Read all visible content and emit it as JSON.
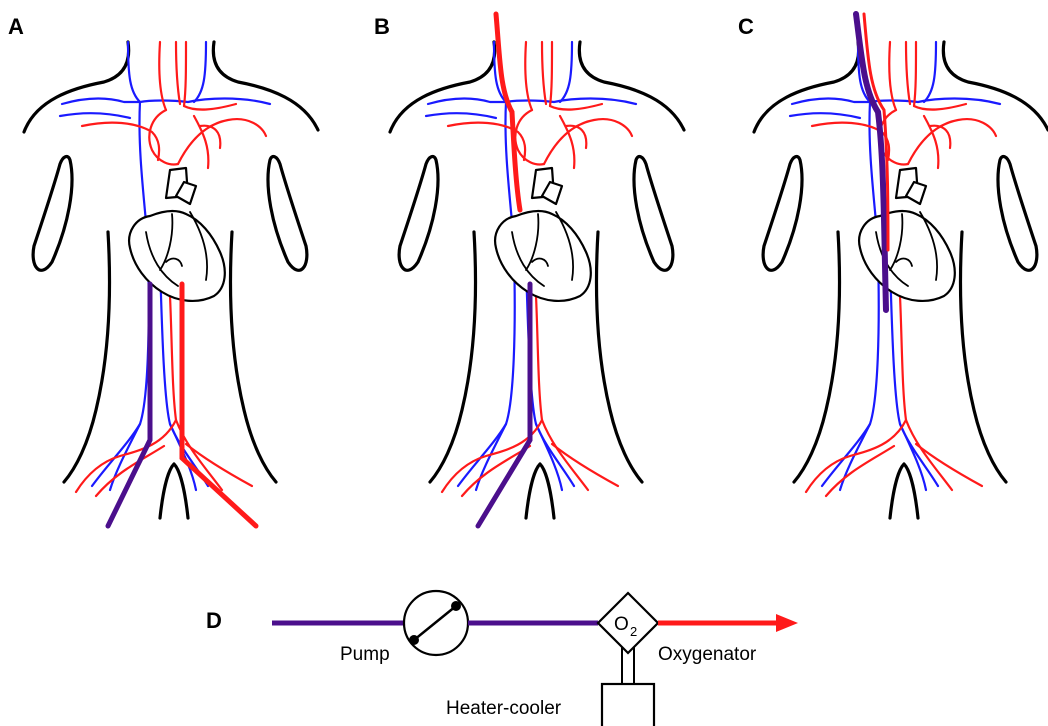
{
  "panels": [
    {
      "label": "A"
    },
    {
      "label": "B"
    },
    {
      "label": "C"
    }
  ],
  "circuit": {
    "label": "D",
    "pump_label": "Pump",
    "oxygenator_label": "Oxygenator",
    "oxygenator_symbol": "O",
    "oxygenator_subscript": "2",
    "heater_label": "Heater-cooler"
  },
  "colors": {
    "vein": "#1a1aff",
    "artery": "#ff1a1a",
    "venous_cannula": "#4b0f8c",
    "arterial_cannula": "#ff1a1a",
    "outline": "#000000"
  }
}
